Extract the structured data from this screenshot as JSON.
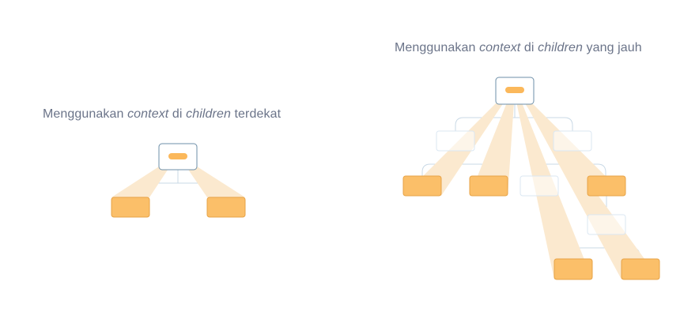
{
  "diagrams": [
    {
      "id": "nearest",
      "caption": {
        "part1": "Menggunakan ",
        "term1": "context",
        "part2": " di ",
        "term2": "children",
        "part3": " terdekat"
      }
    },
    {
      "id": "far",
      "caption": {
        "part1": "Menggunakan ",
        "term1": "context",
        "part2": " di ",
        "term2": "children",
        "part3": " yang jauh"
      }
    }
  ],
  "colors": {
    "provider_border": "#6d8fa8",
    "provider_pill": "#fbb85b",
    "consumer_fill": "#fbbf69",
    "consumer_border": "#e7a347",
    "beam": "#fbe9cf",
    "inactive_node": "#dbe7f2",
    "connector": "#c9d9e6"
  }
}
